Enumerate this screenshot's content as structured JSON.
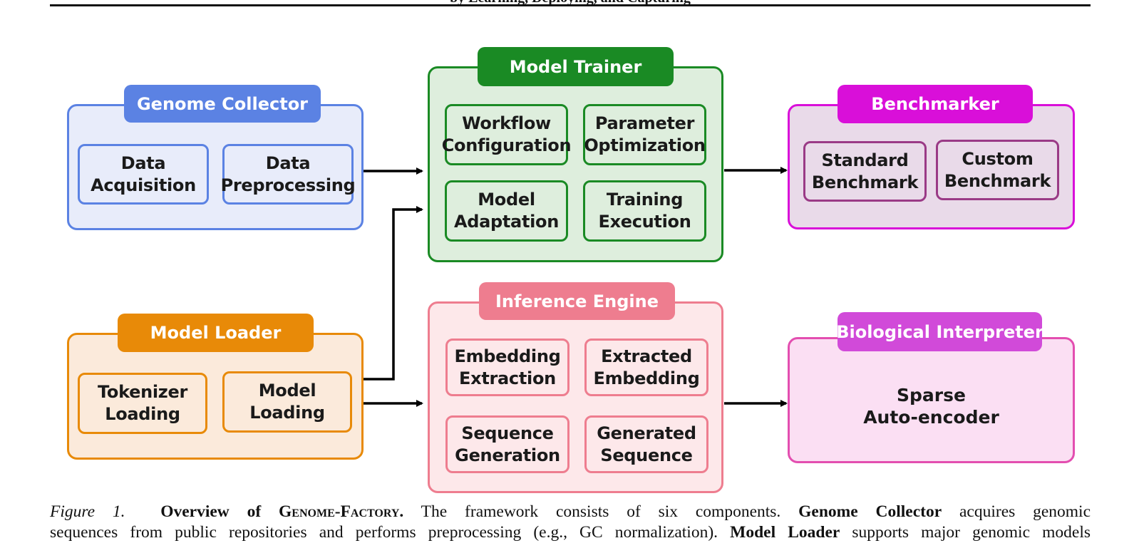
{
  "header_fragment": "by Learning, Deploying, and Capturing",
  "colors": {
    "genome_collector": "#5b82e3",
    "model_trainer": "#1a8a24",
    "benchmarker": "#d90fd9",
    "model_loader": "#e88a08",
    "inference_engine": "#ee7d8f",
    "biological_interpreter": "#d14ad9"
  },
  "diagram": {
    "genome_collector": {
      "title": "Genome Collector",
      "items": [
        "Data\nAcquisition",
        "Data\nPreprocessing"
      ]
    },
    "model_trainer": {
      "title": "Model Trainer",
      "items": [
        "Workflow\nConfiguration",
        "Parameter\nOptimization",
        "Model\nAdaptation",
        "Training\nExecution"
      ]
    },
    "benchmarker": {
      "title": "Benchmarker",
      "items": [
        "Standard\nBenchmark",
        "Custom\nBenchmark"
      ]
    },
    "model_loader": {
      "title": "Model Loader",
      "items": [
        "Tokenizer\nLoading",
        "Model\nLoading"
      ]
    },
    "inference_engine": {
      "title": "Inference Engine",
      "items": [
        "Embedding\nExtraction",
        "Extracted\nEmbedding",
        "Sequence\nGeneration",
        "Generated\nSequence"
      ]
    },
    "biological_interpreter": {
      "title": "Biological Interpreter",
      "body": "Sparse\nAuto-encoder"
    }
  },
  "caption": {
    "label": "Figure 1.",
    "title_pre": "Overview of ",
    "title_name": "Genome-Factory",
    "title_end": ".",
    "text1": " The framework consists of six components. ",
    "term1": "Genome Collector",
    "text2": " acquires genomic",
    "text3": "sequences from public repositories and performs preprocessing (e.g., GC normalization). ",
    "term2": "Model Loader",
    "text4": " supports major genomic models"
  }
}
